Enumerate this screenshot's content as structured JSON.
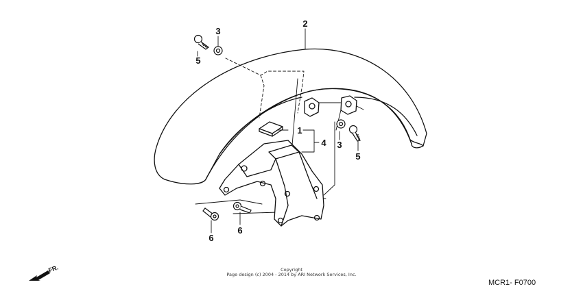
{
  "callouts": {
    "c1": "1",
    "c2": "2",
    "c3a": "3",
    "c3b": "3",
    "c4": "4",
    "c5a": "5",
    "c5b": "5",
    "c6a": "6",
    "c6b": "6"
  },
  "front_indicator": "FR.",
  "copyright_line1": "Copyright",
  "copyright_line2": "Page design (c) 2004 - 2014 by ARI Network Services, Inc.",
  "diagram_code": "MCR1- F0700"
}
